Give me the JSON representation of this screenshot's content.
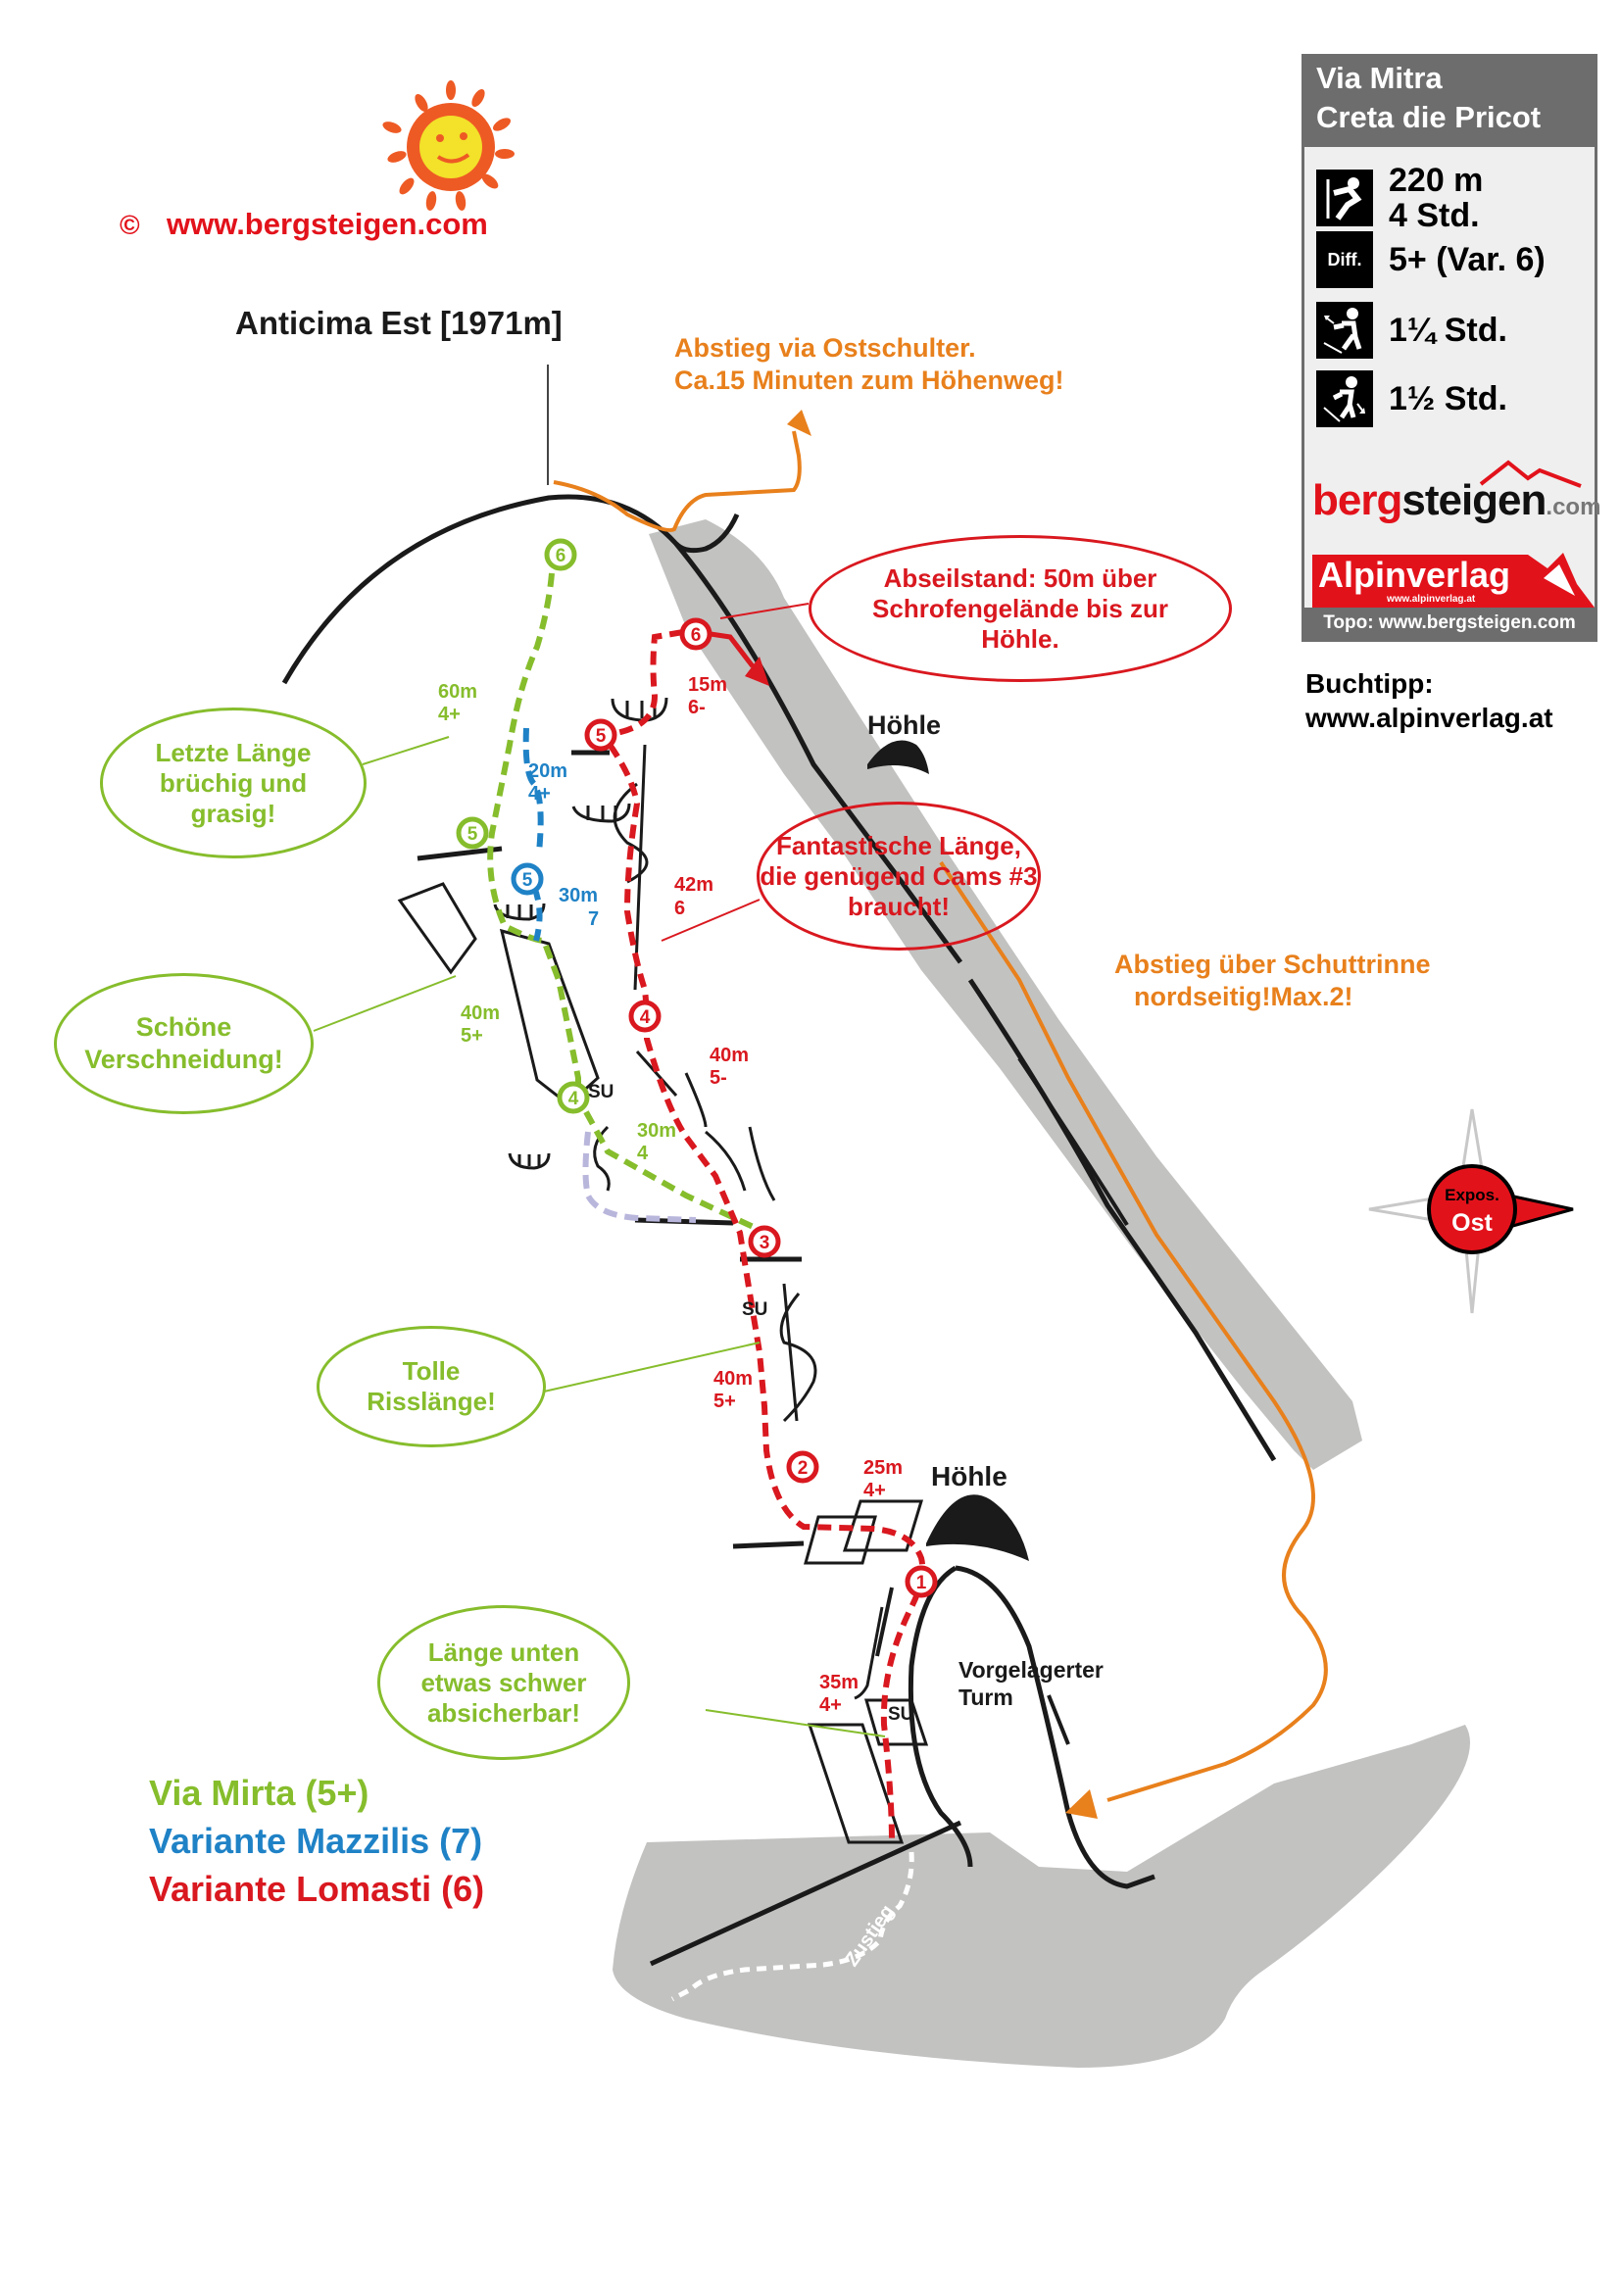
{
  "header": {
    "copyright_symbol": "©",
    "site": "www.bergsteigen.com",
    "summit": "Anticima Est [1971m]"
  },
  "colors": {
    "route_main": "#86bd2c",
    "route_mazzilis": "#1f82c6",
    "route_lomasti": "#d9181f",
    "descent": "#e8801c",
    "rock_gray": "#c2c2c1",
    "card_gray": "#6d6d6d",
    "alternate_path": "#b9b6dc"
  },
  "info_card": {
    "title_line1": "Via Mitra",
    "title_line2": "Creta die Pricot",
    "climb": {
      "icon": "climber-icon",
      "length": "220 m",
      "time": "4 Std."
    },
    "difficulty": {
      "icon_label": "Diff.",
      "value": "5+  (Var. 6)"
    },
    "approach": {
      "icon": "hiker-uphill-icon",
      "time": "1¼ Std."
    },
    "descent": {
      "icon": "hiker-downhill-icon",
      "time": "1½ Std."
    },
    "logo_bergsteigen": {
      "red": "berg",
      "black": "steigen",
      "suffix": ".com"
    },
    "logo_alpinverlag": {
      "name": "Alpinverlag",
      "url": "www.alpinverlag.at"
    },
    "footer": "Topo: www.bergsteigen.com"
  },
  "book_tip": {
    "label": "Buchtipp:",
    "url": "www.alpinverlag.at"
  },
  "descent_notes": {
    "top_line1": "Abstieg via Ostschulter.",
    "top_line2": "Ca.15 Minuten zum Höhenweg!",
    "gully_line1": "Abstieg über Schuttrinne",
    "gully_line2": "nordseitig!Max.2!"
  },
  "features": {
    "cave_upper": "Höhle",
    "cave_lower": "Höhle",
    "tower_line1": "Vorgelagerter",
    "tower_line2": "Turm",
    "approach": "Zustieg",
    "su_labels": [
      "SU",
      "SU",
      "SU"
    ]
  },
  "compass": {
    "line1": "Expos.",
    "line2": "Ost"
  },
  "notes": {
    "letzte": [
      "Letzte Länge",
      "brüchig und",
      "grasig!"
    ],
    "schoene": [
      "Schöne",
      "Verschneidung!"
    ],
    "tolle": [
      "Tolle",
      "Risslänge!"
    ],
    "unten": [
      "Länge unten",
      "etwas schwer",
      "absicherbar!"
    ],
    "abseil": [
      "Abseilstand: 50m über",
      "Schrofengelände bis zur",
      "Höhle."
    ],
    "fantastisch": [
      "Fantastische Länge,",
      "die genügend Cams #3",
      "braucht!"
    ]
  },
  "pitches": {
    "mirta": [
      {
        "belay": "4",
        "length": "30m",
        "grade": "4"
      },
      {
        "belay": "5",
        "length": "40m",
        "grade": "5+"
      },
      {
        "belay": "6",
        "length": "60m",
        "grade": "4+"
      }
    ],
    "mazzilis": [
      {
        "belay": "5",
        "length": "30m",
        "grade": "7"
      },
      {
        "length": "20m",
        "grade": "4+"
      }
    ],
    "lomasti": [
      {
        "belay": "1",
        "length": "35m",
        "grade": "4+"
      },
      {
        "belay": "2",
        "length": "25m",
        "grade": "4+"
      },
      {
        "belay": "3",
        "length": "40m",
        "grade": "5+"
      },
      {
        "belay": "4",
        "length": "40m",
        "grade": "5-"
      },
      {
        "belay": "5",
        "length": "42m",
        "grade": "6"
      },
      {
        "belay": "6",
        "length": "15m",
        "grade": "6-"
      }
    ]
  },
  "legend": [
    {
      "label": "Via Mirta (5+)",
      "color": "#86bd2c"
    },
    {
      "label": "Variante Mazzilis (7)",
      "color": "#1f82c6"
    },
    {
      "label": "Variante Lomasti (6)",
      "color": "#d9181f"
    }
  ]
}
